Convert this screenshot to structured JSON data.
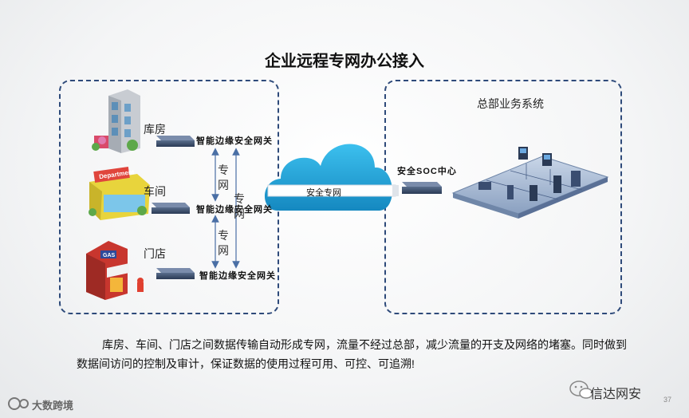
{
  "title": "企业远程专网办公接入",
  "hq_title": "总部业务系统",
  "sites": [
    {
      "label": "库房",
      "gateway": "智能边缘安全网关"
    },
    {
      "label": "车间",
      "gateway": "智能边缘安全网关"
    },
    {
      "label": "门店",
      "gateway": "智能边缘安全网关"
    }
  ],
  "vertical_labels": {
    "top": "专网",
    "bottom": "专网",
    "long": "专网"
  },
  "cloud_label": "安全专网",
  "soc_label": "安全SOC中心",
  "description": "库房、车间、门店之间数据传输自动形成专网，流量不经过总部，减少流量的开支及网络的堵塞。同时做到数据间访问的控制及审计，保证数据的使用过程可用、可控、可追溯!",
  "brand": "信达网安",
  "page_number": "37",
  "watermark": "大数跨境",
  "colors": {
    "border": "#2e4a7a",
    "cloud": "#1aa3d9",
    "arrow": "#4a6fa5"
  },
  "icons": [
    "warehouse-building-icon",
    "department-store-icon",
    "shop-icon",
    "gateway-device-icon",
    "cloud-icon",
    "server-platform-icon",
    "wechat-icon"
  ]
}
